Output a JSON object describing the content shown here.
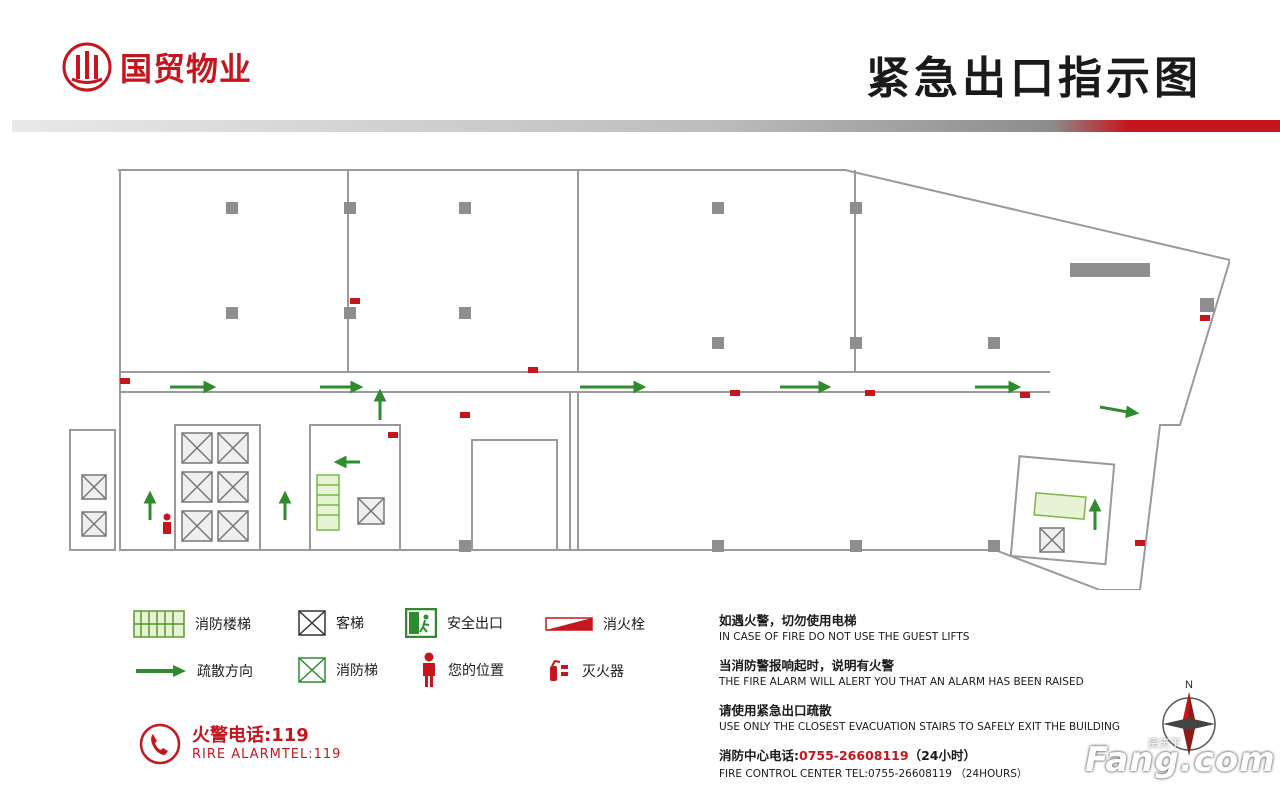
{
  "header": {
    "company": "国贸物业",
    "title": "紧急出口指示图",
    "brand_color": "#c5161d"
  },
  "legend": [
    {
      "icon": "fire-stairs-icon",
      "label": "消防楼梯"
    },
    {
      "icon": "passenger-lift-icon",
      "label": "客梯"
    },
    {
      "icon": "safety-exit-icon",
      "label": "安全出口"
    },
    {
      "icon": "fire-hydrant-icon",
      "label": "消火栓"
    },
    {
      "icon": "evacuation-arrow-icon",
      "label": "疏散方向"
    },
    {
      "icon": "fire-lift-icon",
      "label": "消防梯"
    },
    {
      "icon": "you-are-here-icon",
      "label": "您的位置"
    },
    {
      "icon": "fire-extinguisher-icon",
      "label": "灭火器"
    }
  ],
  "fire_alarm": {
    "phone_cn": "火警电话:119",
    "phone_en": "RIRE ALARMTEL:119"
  },
  "notes": {
    "n1_cn": "如遇火警，切勿使用电梯",
    "n1_en": "IN CASE OF FIRE DO NOT USE THE GUEST LIFTS",
    "n2_cn": "当消防警报响起时，说明有火警",
    "n2_en": "THE FIRE ALARM WILL ALERT YOU THAT AN ALARM HAS BEEN RAISED",
    "n3_cn": "请使用紧急出口疏散",
    "n3_en": "USE ONLY THE CLOSEST EVACUATION STAIRS TO SAFELY EXIT THE BUILDING",
    "n4_cn_prefix": "消防中心电话:",
    "n4_cn_number": "0755-26608119",
    "n4_cn_suffix": "（24小时）",
    "n4_en": "FIRE CONTROL CENTER TEL:0755-26608119 （24HOURS）"
  },
  "compass": {
    "north": "N"
  },
  "watermark": {
    "main": "Fang.com",
    "small": "房天下"
  },
  "colors": {
    "route": "#2e8b2e",
    "hydrant": "#c5161d",
    "wall": "#9a9a9a",
    "stairs": "#7ab648"
  }
}
